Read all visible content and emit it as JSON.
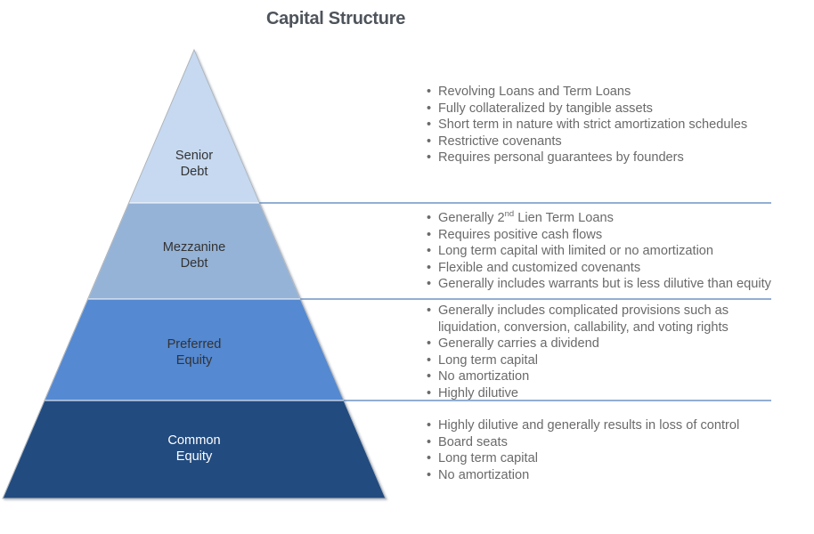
{
  "title": "Capital Structure",
  "colors": {
    "tier_senior": "#C6D9F1",
    "tier_mezzanine": "#95B3D7",
    "tier_preferred": "#5589D1",
    "tier_common": "#204C7F",
    "pyramid_outline": "#9CA4AE",
    "slice_separator": "#FFFFFF",
    "divider_line": "#527FB8",
    "bullet_text": "#6A6A6A",
    "title_text": "#4E545B"
  },
  "pyramid": {
    "tiers": [
      {
        "id": "senior-debt",
        "label": "Senior\nDebt"
      },
      {
        "id": "mezzanine-debt",
        "label": "Mezzanine\nDebt"
      },
      {
        "id": "preferred-equity",
        "label": "Preferred\nEquity"
      },
      {
        "id": "common-equity",
        "label": "Common\nEquity"
      }
    ]
  },
  "sections": [
    {
      "name": "senior-debt",
      "bullets": [
        "Revolving Loans and Term Loans",
        "Fully collateralized by tangible assets",
        "Short term in nature with strict amortization schedules",
        "Restrictive covenants",
        "Requires personal guarantees by founders"
      ]
    },
    {
      "name": "mezzanine-debt",
      "bullets": [
        {
          "pre": "Generally 2",
          "sup": "nd",
          "post": " Lien Term Loans"
        },
        "Requires positive cash flows",
        "Long term capital with limited or no amortization",
        "Flexible and customized covenants",
        "Generally includes warrants but is less dilutive than equity"
      ]
    },
    {
      "name": "preferred-equity",
      "bullets": [
        "Generally includes complicated provisions such as liquidation, conversion, callability, and voting rights",
        "Generally carries a dividend",
        "Long term capital",
        "No amortization",
        "Highly dilutive"
      ]
    },
    {
      "name": "common-equity",
      "bullets": [
        "Highly dilutive and generally results in loss of control",
        "Board seats",
        "Long term capital",
        "No amortization"
      ]
    }
  ]
}
